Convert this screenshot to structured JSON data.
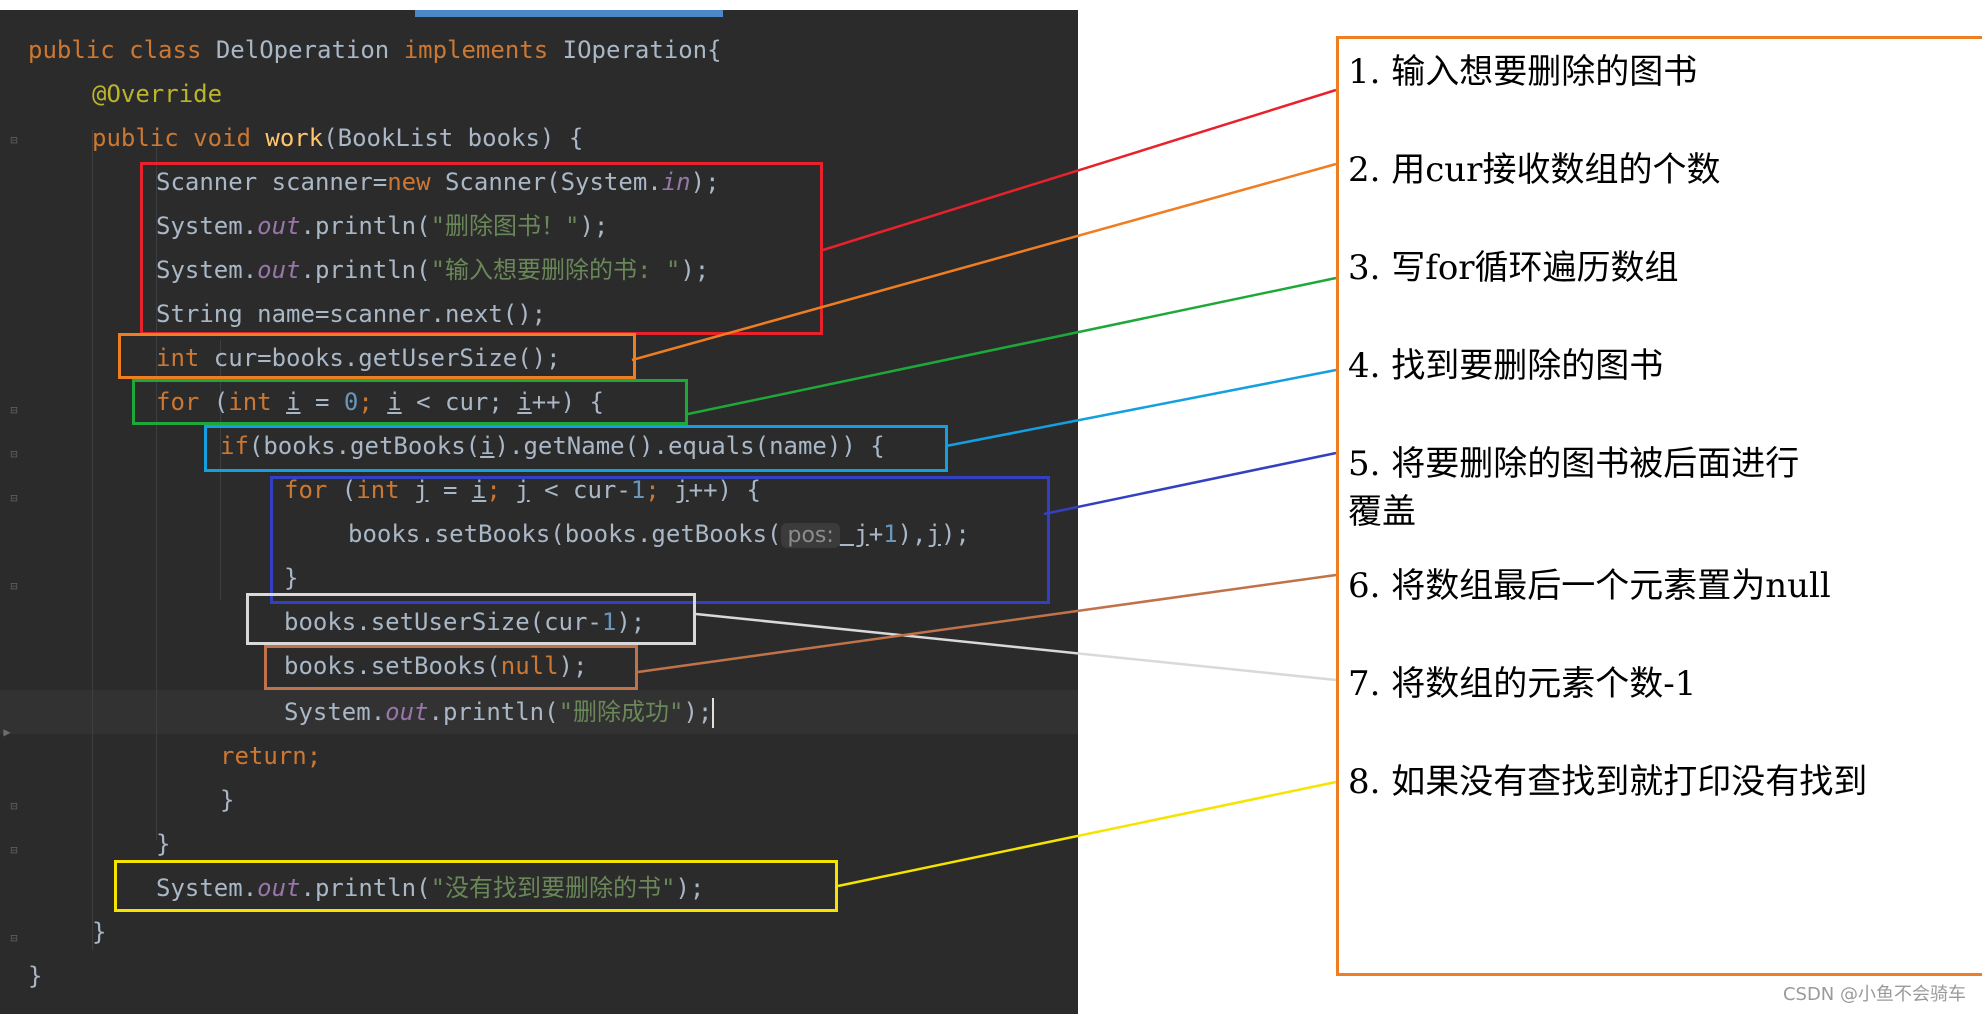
{
  "code": {
    "line1": {
      "kw1": "public class ",
      "cls": "DelOperation ",
      "kw2": "implements ",
      "iface": "IOperation{"
    },
    "line2": {
      "ann": "@Override"
    },
    "line3": {
      "kw": "public void ",
      "fn": "work",
      "rest": "(BookList books) {"
    },
    "line4": {
      "a": "Scanner scanner=",
      "kw": "new ",
      "b": "Scanner(System.",
      "ital": "in",
      "c": ");"
    },
    "line5": {
      "a": "System.",
      "ital": "out",
      "b": ".println(",
      "str": "\"删除图书！\"",
      "c": ");"
    },
    "line6": {
      "a": "System.",
      "ital": "out",
      "b": ".println(",
      "str": "\"输入想要删除的书: \"",
      "c": ");"
    },
    "line7": {
      "a": "String name=scanner.next();"
    },
    "line8": {
      "kw": "int ",
      "a": "cur=books.getUserSize();"
    },
    "line9": {
      "kw1": "for ",
      "a": "(",
      "kw2": "int ",
      "v1": "i",
      "b": " = ",
      "n0": "0",
      "c": "; ",
      "v2": "i",
      "d": " < cur; ",
      "v3": "i",
      "e": "++) {"
    },
    "line10": {
      "kw": "if",
      "a": "(books.getBooks(",
      "v": "i",
      "b": ").getName().equals(name)) {"
    },
    "line11": {
      "kw1": "for ",
      "a": "(",
      "kw2": "int ",
      "v1": "j",
      "b": " = ",
      "v2": "i",
      "c": "; ",
      "v3": "j",
      "d": " < cur-",
      "n1": "1",
      "e": "; ",
      "v4": "j",
      "f": "++) {"
    },
    "line12": {
      "a": "books.setBooks(books.getBooks(",
      "hint": "pos:",
      "v": " j",
      "b": "+",
      "n1": "1",
      "c": "),",
      "v2": "j",
      "d": ");"
    },
    "line13": {
      "a": "}"
    },
    "line14": {
      "a": "books.setUserSize(cur-",
      "n1": "1",
      "b": ");"
    },
    "line15": {
      "a": "books.setBooks(",
      "kw": "null",
      "b": ");"
    },
    "line16": {
      "a": "System.",
      "ital": "out",
      "b": ".println(",
      "str": "\"删除成功\"",
      "c": ");"
    },
    "line17": {
      "kw": "return;"
    },
    "line18": {
      "a": "}"
    },
    "line19": {
      "a": "}"
    },
    "line20": {
      "a": "System.",
      "ital": "out",
      "b": ".println(",
      "str": "\"没有找到要删除的书\"",
      "c": ");"
    },
    "line21": {
      "a": "}"
    },
    "line22": {
      "a": "}"
    }
  },
  "notes": [
    "1. 输入想要删除的图书",
    "2. 用cur接收数组的个数",
    "3. 写for循环遍历数组",
    "4. 找到要删除的图书",
    "5. 将要删除的图书被后面进行\n覆盖",
    "6. 将数组最后一个元素置为null",
    "7. 将数组的元素个数-1",
    "8. 如果没有查找到就打印没有找到"
  ],
  "colors": {
    "red": "#e8222a",
    "orange": "#ef7d22",
    "green": "#1fa83a",
    "cyan": "#139fe0",
    "blue": "#3340c2",
    "white": "#d9d9d9",
    "brown": "#c0734a",
    "yellow": "#f5e400"
  },
  "watermark": "CSDN @小鱼不会骑车"
}
